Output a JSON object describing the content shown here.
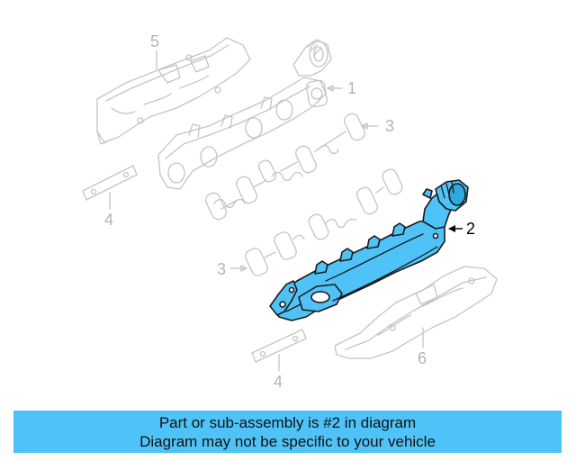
{
  "diagram": {
    "callouts": {
      "part_1": "1",
      "part_2": "2",
      "part_3_upper": "3",
      "part_3_lower": "3",
      "part_4_upper": "4",
      "part_4_lower": "4",
      "part_5": "5",
      "part_6": "6"
    },
    "highlighted_part": "2"
  },
  "banner": {
    "line1": "Part or sub-assembly is #2 in diagram",
    "line2": "Diagram may not be specific to your vehicle"
  },
  "colors": {
    "highlight": "#4fc3f7",
    "banner_bg": "#4fc3f7",
    "ghost_lines": "#c4c4c4",
    "ghost_labels": "#b4b4b4",
    "outline": "#1a1a1a"
  }
}
